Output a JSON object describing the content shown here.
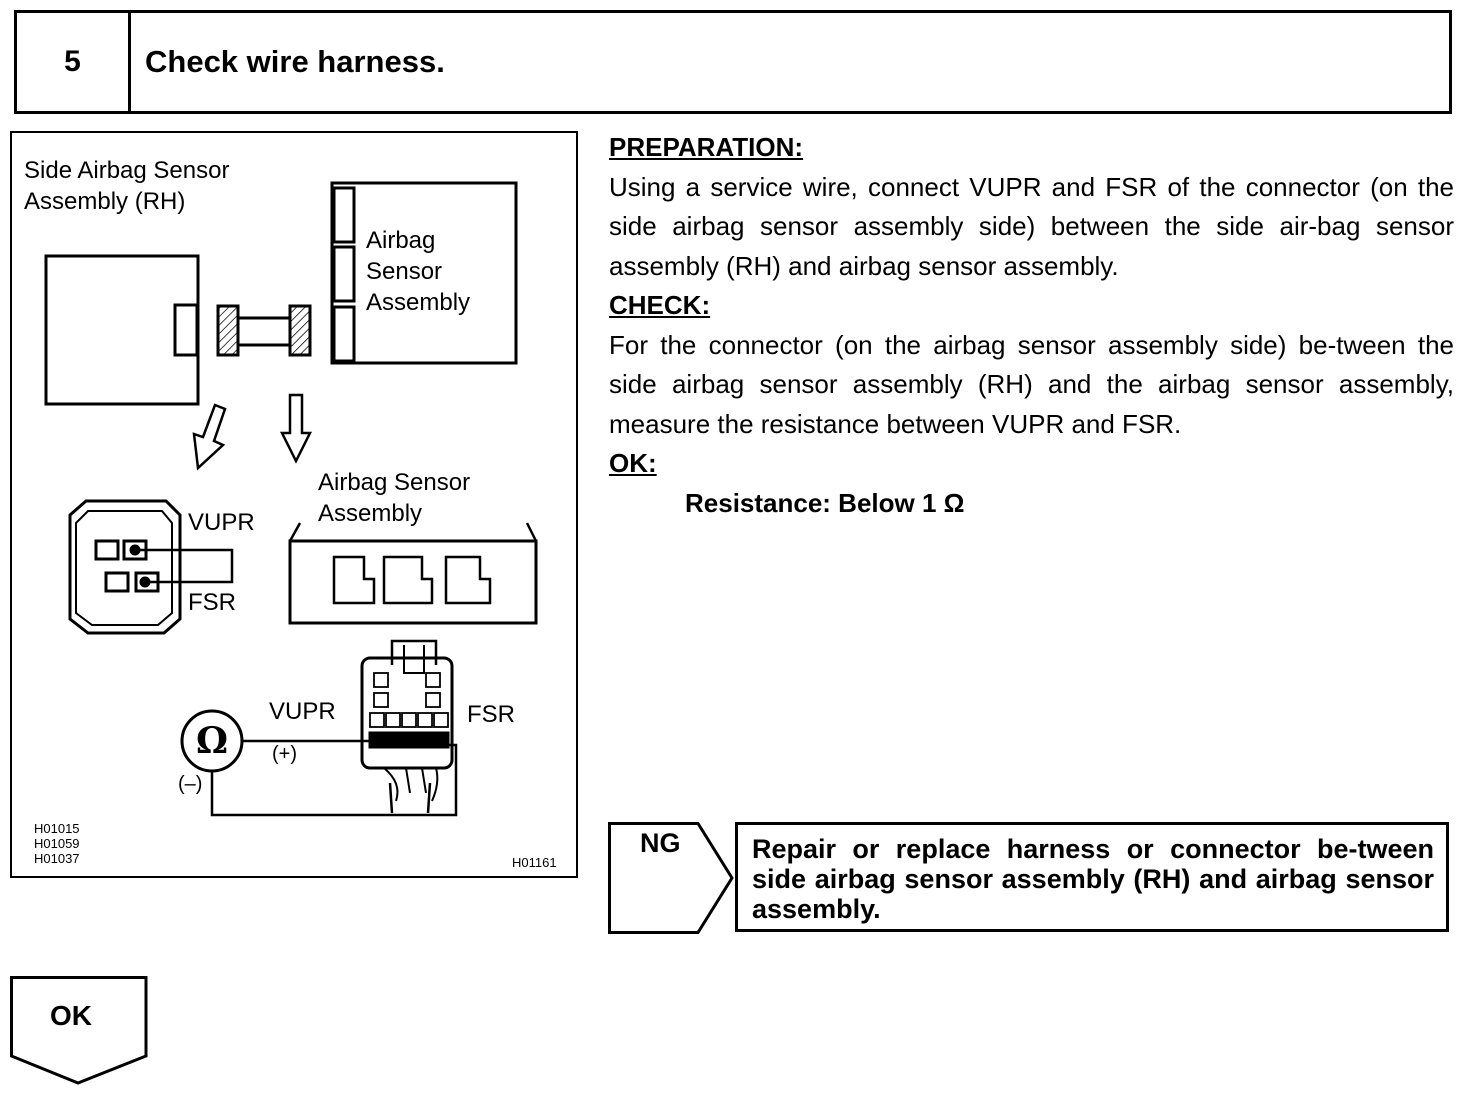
{
  "step": {
    "number": "5",
    "title": "Check wire harness."
  },
  "figure": {
    "label_side_sensor": "Side Airbag Sensor\nAssembly (RH)",
    "label_airbag_sensor_top": "Airbag\nSensor\nAssembly",
    "label_airbag_sensor_mid": "Airbag Sensor\nAssembly",
    "terminal_vupr": "VUPR",
    "terminal_fsr": "FSR",
    "meter_vupr": "VUPR",
    "meter_fsr": "FSR",
    "probe_positive": "(+)",
    "probe_negative": "(–)",
    "ref_codes": "H01015\nH01059\nH01037",
    "figure_code": "H01161"
  },
  "preparation": {
    "heading": "PREPARATION:",
    "text": "Using a service wire, connect VUPR and FSR of the connector (on the side airbag sensor assembly side) between the side air-bag sensor assembly (RH) and airbag sensor assembly."
  },
  "check": {
    "heading": "CHECK:",
    "text": "For the connector (on the airbag sensor assembly side) be-tween the side airbag sensor assembly (RH) and the airbag sensor assembly, measure the resistance between VUPR and FSR."
  },
  "ok_spec": {
    "heading": "OK:",
    "text": "Resistance: Below 1 Ω"
  },
  "ng": {
    "label": "NG",
    "action": "Repair or replace harness or connector be-tween side airbag sensor assembly (RH) and airbag sensor assembly."
  },
  "ok": {
    "label": "OK"
  }
}
